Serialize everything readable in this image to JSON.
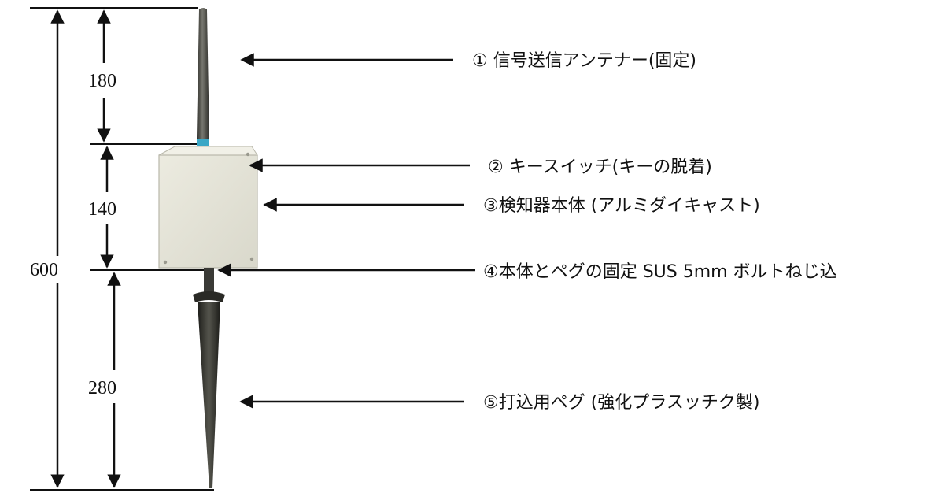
{
  "dimensions": {
    "total": "600",
    "antenna": "180",
    "box": "140",
    "peg": "280"
  },
  "labels": [
    "① 信号送信アンテナー(固定)",
    "② キースイッチ(キーの脱着)",
    "③検知器本体 (アルミダイキャスト)",
    "④本体とペグの固定 SUS 5mm ボルトねじ込",
    "⑤打込用ペグ (強化プラスッチク製)"
  ],
  "colors": {
    "box": "#e3e2d6",
    "box_edge": "#b9b8ab",
    "antenna": "#4a4a44",
    "ring": "#3aa7c6",
    "peg": "#2a2a26"
  }
}
